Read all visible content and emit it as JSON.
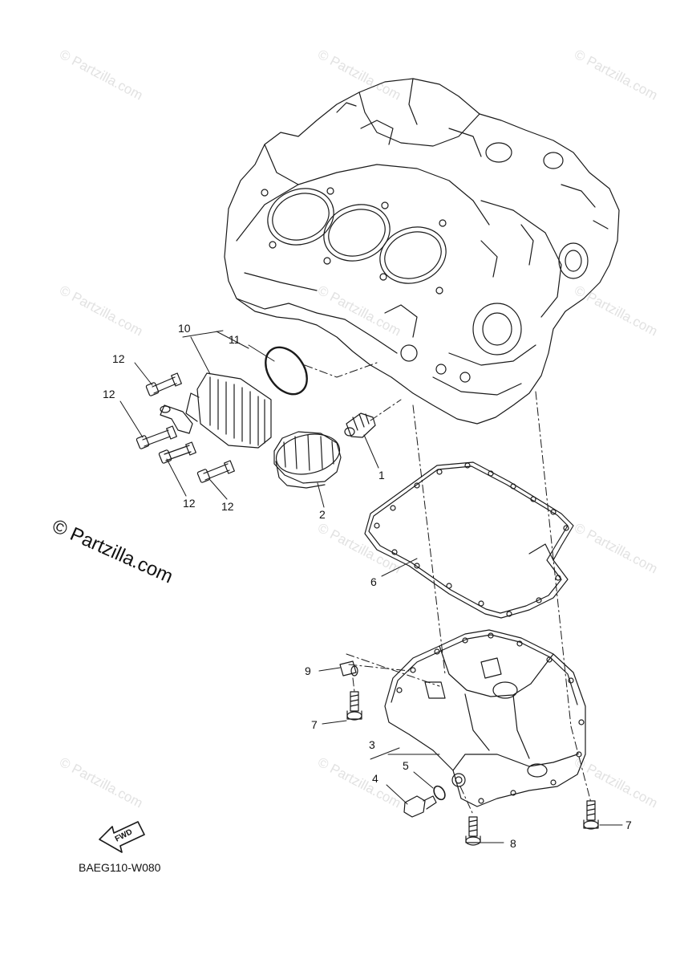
{
  "diagram": {
    "watermark_text": "© Partzilla.com",
    "copyright": "© Partzilla.com",
    "drawing_code": "BAEG110-W080",
    "fwd_label": "FWD",
    "callouts": [
      {
        "id": "1",
        "label": "1"
      },
      {
        "id": "2",
        "label": "2"
      },
      {
        "id": "3",
        "label": "3"
      },
      {
        "id": "4",
        "label": "4"
      },
      {
        "id": "5",
        "label": "5"
      },
      {
        "id": "6",
        "label": "6"
      },
      {
        "id": "7a",
        "label": "7"
      },
      {
        "id": "7b",
        "label": "7"
      },
      {
        "id": "8",
        "label": "8"
      },
      {
        "id": "9",
        "label": "9"
      },
      {
        "id": "10",
        "label": "10"
      },
      {
        "id": "11",
        "label": "11"
      },
      {
        "id": "12a",
        "label": "12"
      },
      {
        "id": "12b",
        "label": "12"
      },
      {
        "id": "12c",
        "label": "12"
      },
      {
        "id": "12d",
        "label": "12"
      }
    ]
  }
}
